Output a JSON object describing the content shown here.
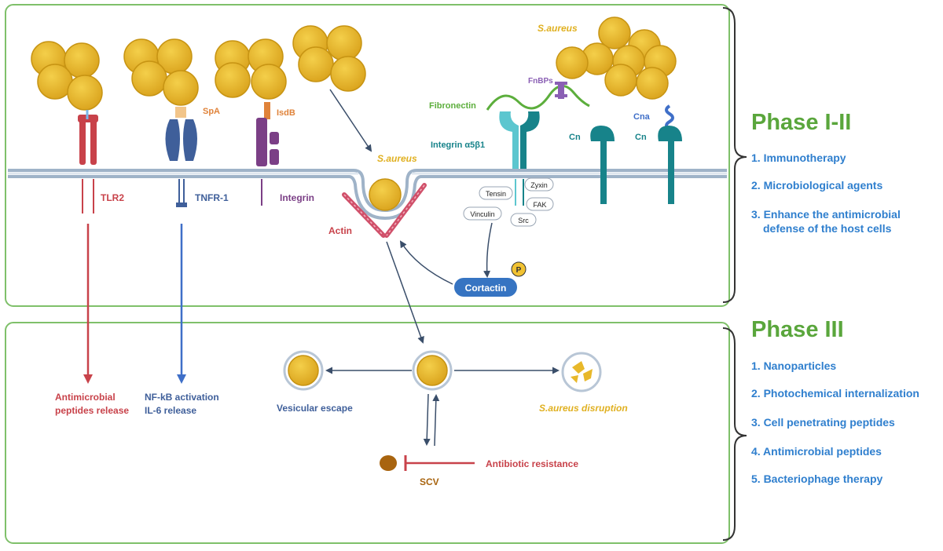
{
  "colors": {
    "panel_border": "#7fc06a",
    "phase_green": "#5aa63c",
    "list_blue": "#2f7fce",
    "bacteria_gold": "#e8b82a",
    "bacteria_edge": "#c79413",
    "tlr2_red": "#c8424a",
    "tnfr_blue": "#3f5f9a",
    "integrin_purple": "#7b3f86",
    "teal": "#17838a",
    "cyan": "#5cc6cf",
    "cortactin_blue": "#3674c2",
    "actin_pink": "#d0506a",
    "membrane": "#9fb3c8",
    "scv_brown": "#a8640f"
  },
  "diagram": {
    "receptors": {
      "tlr2": "TLR2",
      "tnfr1": "TNFR-1",
      "integrin": "Integrin",
      "spa": "SpA",
      "isdb": "IsdB"
    },
    "saureus_top": "S.aureus",
    "saureus_mid": "S.aureus",
    "fnbps": "FnBPs",
    "fibronectin": "Fibronectin",
    "integrin_a5b1": "Integrin α5β1",
    "cn_left": "Cn",
    "cn_right": "Cn",
    "cna": "Cna",
    "actin": "Actin",
    "adaptors": [
      "Tensin",
      "Zyxin",
      "FAK",
      "Vinculin",
      "Src"
    ],
    "cortactin": "Cortactin",
    "phospho": "P",
    "amp_release": [
      "Antimicrobial",
      "peptides release"
    ],
    "nfkb": [
      "NF-kB activation",
      "IL-6 release"
    ],
    "vesicular_escape": "Vesicular escape",
    "disruption": "S.aureus disruption",
    "scv": "SCV",
    "antibiotic_resistance": "Antibiotic resistance"
  },
  "phase_1_2": {
    "title": "Phase I-II",
    "items": [
      "1. Immunotherapy",
      "2. Microbiological agents",
      "3. Enhance the antimicrobial",
      "defense of the host cells"
    ]
  },
  "phase_3": {
    "title": "Phase III",
    "items": [
      "1.  Nanoparticles",
      "2. Photochemical internalization",
      "3. Cell penetrating peptides",
      "4. Antimicrobial peptides",
      "5. Bacteriophage therapy"
    ]
  }
}
